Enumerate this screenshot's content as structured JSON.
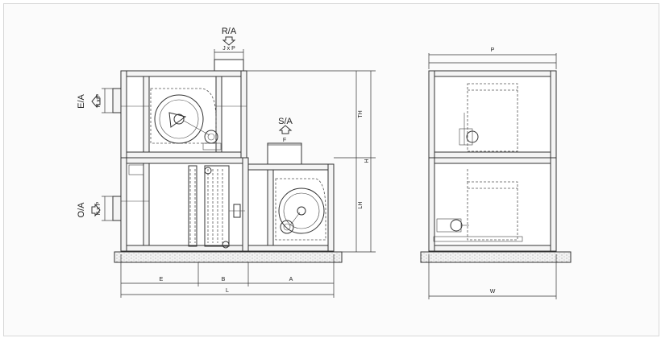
{
  "labels": {
    "ra": "R/A",
    "ea": "E/A",
    "oa": "O/A",
    "sa": "S/A",
    "jxp": "J x P",
    "kxp_top": "K x P",
    "kxp_bottom": "K x P",
    "f": "F",
    "th": "TH",
    "h": "H",
    "lh": "LH",
    "e": "E",
    "b": "B",
    "a": "A",
    "l": "L",
    "p": "P",
    "w": "W"
  },
  "colors": {
    "line": "#333333",
    "background": "#fbfbfb"
  }
}
